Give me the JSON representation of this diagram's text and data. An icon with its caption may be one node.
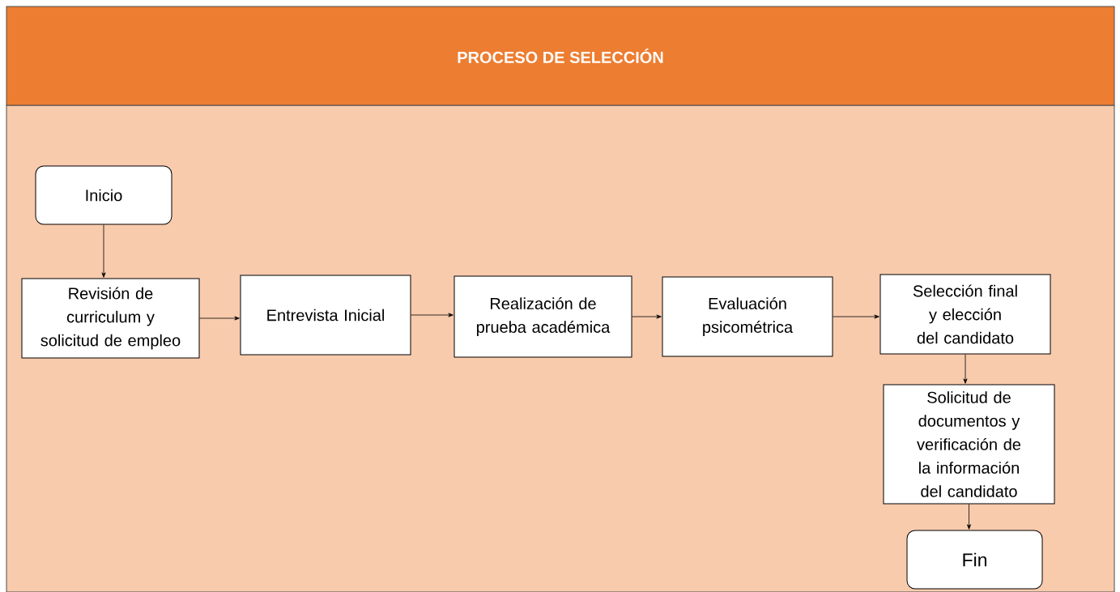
{
  "diagram": {
    "title": "PROCESO DE SELECCIÓN",
    "nodes": [
      {
        "text": [
          "Inicio"
        ]
      },
      {
        "text": [
          "Revisión de curriculum y solicitud de empleo"
        ]
      },
      {
        "text": [
          "Entrevista Inicial"
        ]
      },
      {
        "text": [
          "Realización de prueba académica"
        ]
      },
      {
        "text": [
          "Evaluación psicométrica"
        ]
      },
      {
        "text": [
          "Selección final y elección del candidato"
        ]
      },
      {
        "text": [
          "Solicitud de documentos y verificación de la información del candidato"
        ]
      },
      {
        "text": [
          "Fin"
        ]
      }
    ],
    "edges": [
      {
        "from": 0,
        "to": 1,
        "arrow": "to"
      },
      {
        "from": 1,
        "to": 2,
        "arrow": "to"
      },
      {
        "from": 2,
        "to": 3,
        "arrow": "to"
      },
      {
        "from": 3,
        "to": 4,
        "arrow": "to"
      },
      {
        "from": 4,
        "to": 5,
        "arrow": "to"
      },
      {
        "from": 5,
        "to": 6,
        "arrow": "to"
      },
      {
        "from": 6,
        "to": 7,
        "arrow": "to"
      }
    ]
  }
}
